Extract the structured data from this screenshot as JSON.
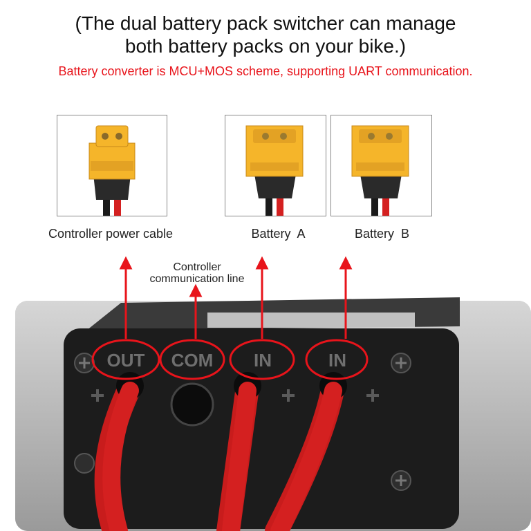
{
  "header": {
    "title_line1": "(The dual battery pack switcher can manage",
    "title_line2": "both battery packs on your bike.)",
    "subtitle": "Battery converter is MCU+MOS scheme, supporting UART communication."
  },
  "connectors": [
    {
      "label": "Controller power cable",
      "type": "female"
    },
    {
      "label": "Battery  A",
      "type": "male"
    },
    {
      "label": "Battery  B",
      "type": "male"
    }
  ],
  "com_label": {
    "line1": "Controller",
    "line2": "communication line"
  },
  "ports": {
    "out": "OUT",
    "com": "COM",
    "in_a": "IN",
    "in_b": "IN"
  },
  "colors": {
    "accent_red": "#e8141b",
    "xt_yellow": "#f5b52a",
    "cable_red": "#d42020",
    "case_black": "#1c1c1c"
  }
}
